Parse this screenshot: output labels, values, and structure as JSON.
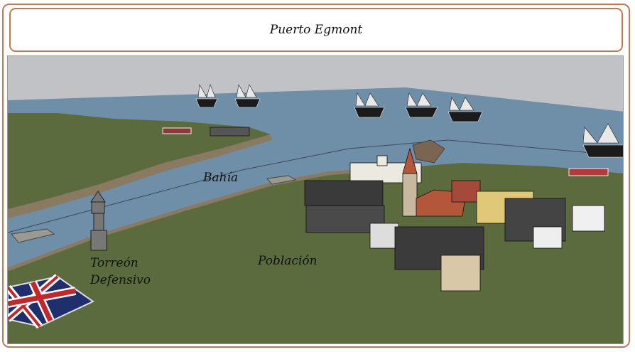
{
  "title": "Puerto Egmont",
  "labels": {
    "bay": "Bahía",
    "tower_line1": "Torreón",
    "tower_line2": "Defensivo",
    "town": "Población"
  },
  "colors": {
    "frame": "#c07a52",
    "sky": "#c1c2c6",
    "water": "#6f8ea8",
    "land": "#5b6b3d",
    "shore": "#8a7a62"
  }
}
